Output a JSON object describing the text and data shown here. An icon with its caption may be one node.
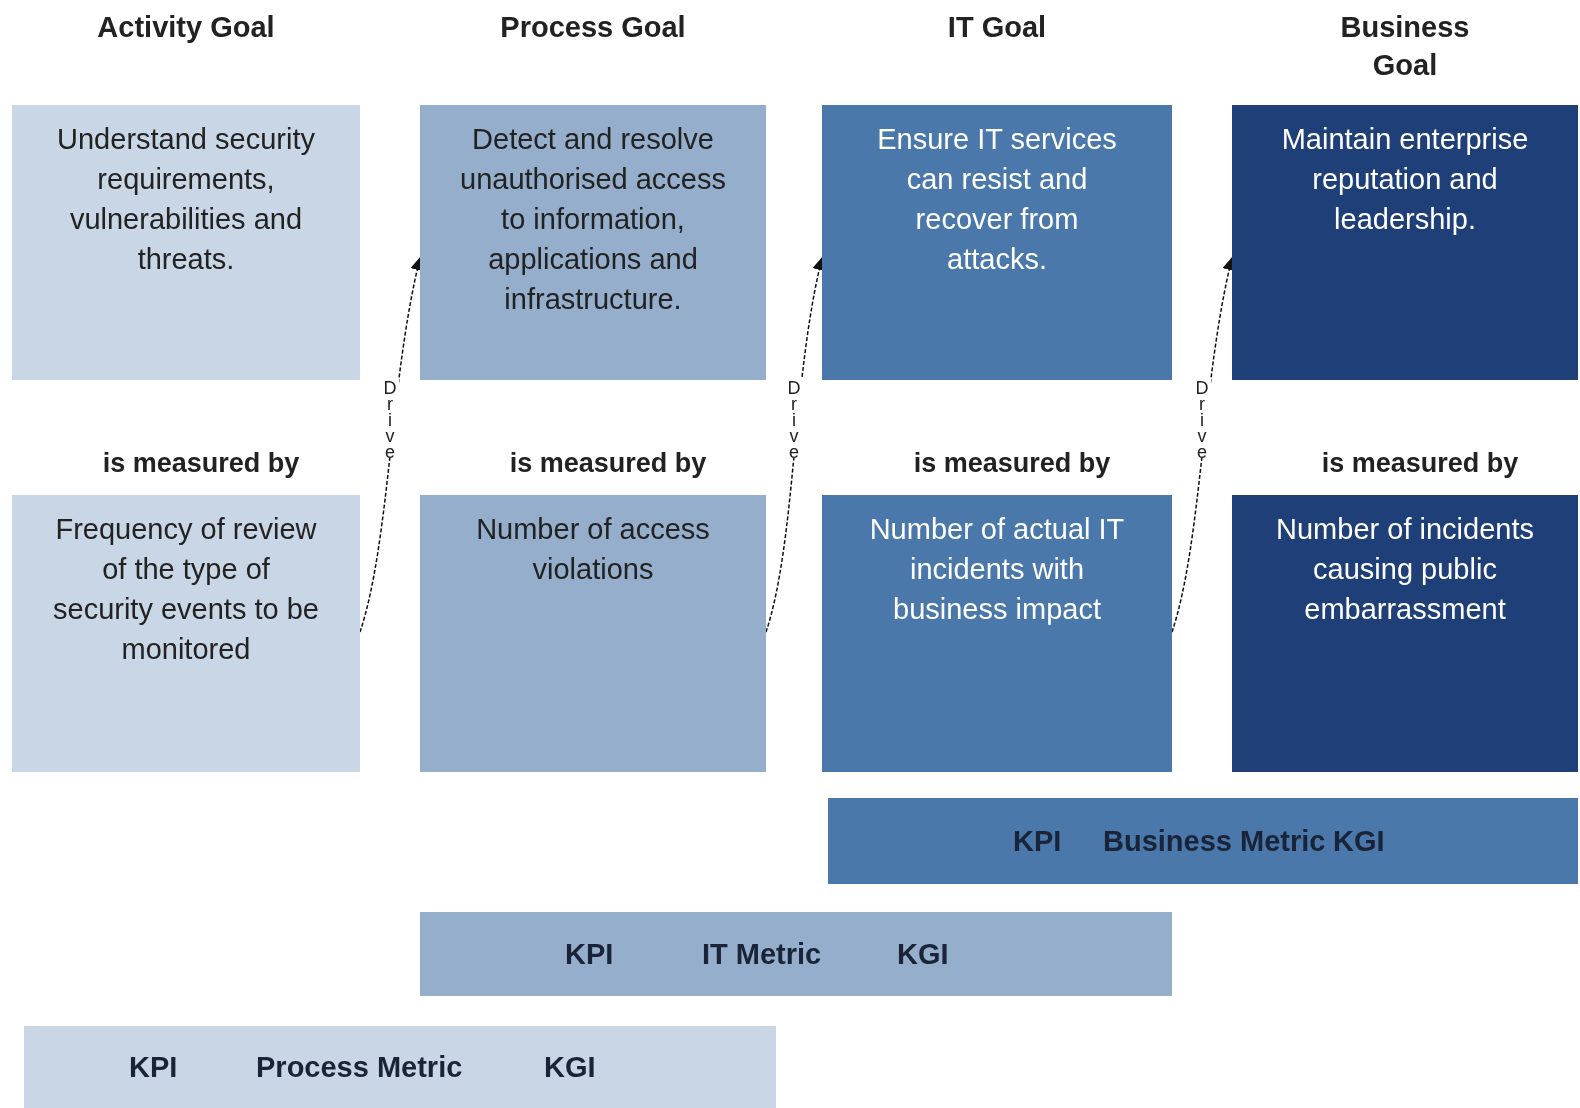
{
  "diagram": {
    "nodes": [
      {
        "text": [
          "Activity Goal",
          "Understand security requirements, vulnerabilities and threats."
        ]
      },
      {
        "text": [
          "Process Goal",
          "Detect and resolve unauthorised access to information, applications and infrastructure."
        ]
      },
      {
        "text": [
          "IT Goal",
          "Ensure IT services can resist and recover from attacks."
        ]
      },
      {
        "text": [
          "Business Goal",
          "Maintain enterprise reputation and leadership."
        ]
      },
      {
        "text": [
          "Frequency of review of the type of security events to be monitored"
        ],
        "beside": [
          "is measured by"
        ]
      },
      {
        "text": [
          "Number of access violations"
        ],
        "beside": [
          "is measured by"
        ]
      },
      {
        "text": [
          "Number of actual IT incidents with business impact"
        ],
        "beside": [
          "is measured by"
        ]
      },
      {
        "text": [
          "Number of incidents causing public embarrassment"
        ],
        "beside": [
          "is measured by"
        ]
      },
      {
        "text": [
          "KPI",
          "Business Metric",
          "KGI"
        ]
      },
      {
        "text": [
          "KPI",
          "IT Metric",
          "KGI"
        ]
      },
      {
        "text": [
          "KPI",
          "Process Metric",
          "KGI"
        ]
      }
    ],
    "edges": [
      {
        "from": 4,
        "to": 1,
        "arrow": "to",
        "label": "Drive",
        "style": "dashed"
      },
      {
        "from": 5,
        "to": 2,
        "arrow": "to",
        "label": "Drive",
        "style": "dashed"
      },
      {
        "from": 6,
        "to": 3,
        "arrow": "to",
        "label": "Drive",
        "style": "dashed"
      }
    ]
  }
}
